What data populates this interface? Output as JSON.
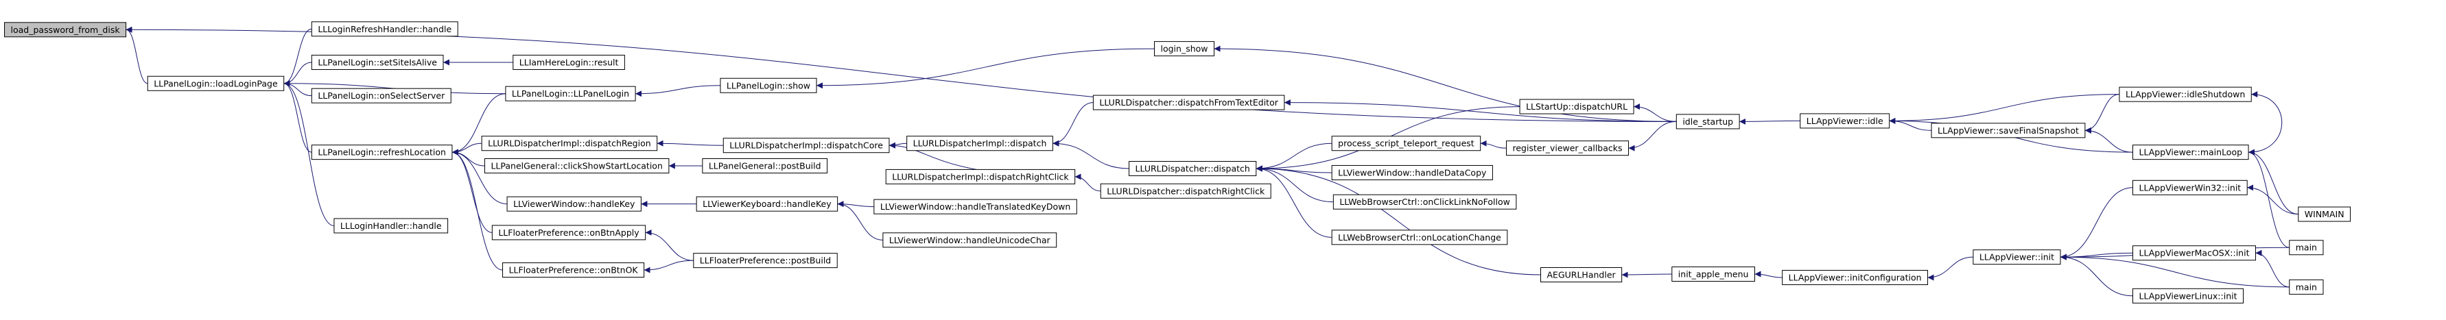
{
  "graph": {
    "type": "call-graph",
    "root": "load_password_from_disk",
    "colors": {
      "edge": "#191970",
      "root_fill": "#bfbfbf",
      "node_fill": "#ffffff",
      "node_border": "#000000"
    },
    "nodes": [
      {
        "id": "load_password_from_disk",
        "label": "load_password_from_disk"
      },
      {
        "id": "LLPanelLogin_loadLoginPage",
        "label": "LLPanelLogin::loadLoginPage"
      },
      {
        "id": "LLLoginRefreshHandler_handle",
        "label": "LLLoginRefreshHandler::handle"
      },
      {
        "id": "LLPanelLogin_setSiteIsAlive",
        "label": "LLPanelLogin::setSiteIsAlive"
      },
      {
        "id": "LLIamHereLogin_result",
        "label": "LLIamHereLogin::result"
      },
      {
        "id": "LLPanelLogin_onSelectServer",
        "label": "LLPanelLogin::onSelectServer"
      },
      {
        "id": "LLPanelLogin_refreshLocation",
        "label": "LLPanelLogin::refreshLocation"
      },
      {
        "id": "LLLoginHandler_handle",
        "label": "LLLoginHandler::handle"
      },
      {
        "id": "LLPanelLogin_LLPanelLogin",
        "label": "LLPanelLogin::LLPanelLogin"
      },
      {
        "id": "LLPanelLogin_show",
        "label": "LLPanelLogin::show"
      },
      {
        "id": "login_show",
        "label": "login_show"
      },
      {
        "id": "LLURLDispatcherImpl_dispatchRegion",
        "label": "LLURLDispatcherImpl::dispatchRegion"
      },
      {
        "id": "LLURLDispatcherImpl_dispatchCore",
        "label": "LLURLDispatcherImpl::dispatchCore"
      },
      {
        "id": "LLURLDispatcherImpl_dispatch",
        "label": "LLURLDispatcherImpl::dispatch"
      },
      {
        "id": "LLURLDispatcher_dispatchFromTextEditor",
        "label": "LLURLDispatcher::dispatchFromTextEditor"
      },
      {
        "id": "LLPanelGeneral_clickShowStartLocation",
        "label": "LLPanelGeneral::clickShowStartLocation"
      },
      {
        "id": "LLPanelGeneral_postBuild",
        "label": "LLPanelGeneral::postBuild"
      },
      {
        "id": "LLURLDispatcherImpl_dispatchRightClick",
        "label": "LLURLDispatcherImpl::dispatchRightClick"
      },
      {
        "id": "LLURLDispatcher_dispatch",
        "label": "LLURLDispatcher::dispatch"
      },
      {
        "id": "LLURLDispatcher_dispatchRightClick",
        "label": "LLURLDispatcher::dispatchRightClick"
      },
      {
        "id": "LLViewerWindow_handleKey",
        "label": "LLViewerWindow::handleKey"
      },
      {
        "id": "LLViewerKeyboard_handleKey",
        "label": "LLViewerKeyboard::handleKey"
      },
      {
        "id": "LLViewerWindow_handleTranslatedKeyDown",
        "label": "LLViewerWindow::handleTranslatedKeyDown"
      },
      {
        "id": "LLViewerWindow_handleUnicodeChar",
        "label": "LLViewerWindow::handleUnicodeChar"
      },
      {
        "id": "LLFloaterPreference_onBtnApply",
        "label": "LLFloaterPreference::onBtnApply"
      },
      {
        "id": "LLFloaterPreference_onBtnOK",
        "label": "LLFloaterPreference::onBtnOK"
      },
      {
        "id": "LLFloaterPreference_postBuild",
        "label": "LLFloaterPreference::postBuild"
      },
      {
        "id": "LLStartUp_dispatchURL",
        "label": "LLStartUp::dispatchURL"
      },
      {
        "id": "idle_startup",
        "label": "idle_startup"
      },
      {
        "id": "LLAppViewer_idle",
        "label": "LLAppViewer::idle"
      },
      {
        "id": "LLAppViewer_idleShutdown",
        "label": "LLAppViewer::idleShutdown"
      },
      {
        "id": "LLAppViewer_saveFinalSnapshot",
        "label": "LLAppViewer::saveFinalSnapshot"
      },
      {
        "id": "LLAppViewer_mainLoop",
        "label": "LLAppViewer::mainLoop"
      },
      {
        "id": "WINMAIN",
        "label": "WINMAIN"
      },
      {
        "id": "main_1",
        "label": "main"
      },
      {
        "id": "LLAppViewerWin32_init",
        "label": "LLAppViewerWin32::init"
      },
      {
        "id": "process_script_teleport_request",
        "label": "process_script_teleport_request"
      },
      {
        "id": "register_viewer_callbacks",
        "label": "register_viewer_callbacks"
      },
      {
        "id": "LLViewerWindow_handleDataCopy",
        "label": "LLViewerWindow::handleDataCopy"
      },
      {
        "id": "LLWebBrowserCtrl_onClickLinkNoFollow",
        "label": "LLWebBrowserCtrl::onClickLinkNoFollow"
      },
      {
        "id": "LLWebBrowserCtrl_onLocationChange",
        "label": "LLWebBrowserCtrl::onLocationChange"
      },
      {
        "id": "AEGURLHandler",
        "label": "AEGURLHandler"
      },
      {
        "id": "init_apple_menu",
        "label": "init_apple_menu"
      },
      {
        "id": "LLAppViewer_initConfiguration",
        "label": "LLAppViewer::initConfiguration"
      },
      {
        "id": "LLAppViewer_init",
        "label": "LLAppViewer::init"
      },
      {
        "id": "LLAppViewerMacOSX_init",
        "label": "LLAppViewerMacOSX::init"
      },
      {
        "id": "main_2",
        "label": "main"
      },
      {
        "id": "LLAppViewerLinux_init",
        "label": "LLAppViewerLinux::init"
      }
    ],
    "edges": [
      [
        "LLPanelLogin_loadLoginPage",
        "load_password_from_disk"
      ],
      [
        "idle_startup",
        "load_password_from_disk"
      ],
      [
        "LLLoginRefreshHandler_handle",
        "LLPanelLogin_loadLoginPage"
      ],
      [
        "LLPanelLogin_setSiteIsAlive",
        "LLPanelLogin_loadLoginPage"
      ],
      [
        "LLPanelLogin_onSelectServer",
        "LLPanelLogin_loadLoginPage"
      ],
      [
        "LLPanelLogin_refreshLocation",
        "LLPanelLogin_loadLoginPage"
      ],
      [
        "LLLoginHandler_handle",
        "LLPanelLogin_loadLoginPage"
      ],
      [
        "LLPanelLogin_LLPanelLogin",
        "LLPanelLogin_loadLoginPage"
      ],
      [
        "LLIamHereLogin_result",
        "LLPanelLogin_setSiteIsAlive"
      ],
      [
        "LLPanelLogin_LLPanelLogin",
        "LLPanelLogin_refreshLocation"
      ],
      [
        "LLURLDispatcherImpl_dispatchRegion",
        "LLPanelLogin_refreshLocation"
      ],
      [
        "LLPanelGeneral_clickShowStartLocation",
        "LLPanelLogin_refreshLocation"
      ],
      [
        "LLViewerWindow_handleKey",
        "LLPanelLogin_refreshLocation"
      ],
      [
        "LLFloaterPreference_onBtnApply",
        "LLPanelLogin_refreshLocation"
      ],
      [
        "LLFloaterPreference_onBtnOK",
        "LLPanelLogin_refreshLocation"
      ],
      [
        "LLPanelLogin_show",
        "LLPanelLogin_LLPanelLogin"
      ],
      [
        "login_show",
        "LLPanelLogin_show"
      ],
      [
        "idle_startup",
        "login_show"
      ],
      [
        "LLURLDispatcherImpl_dispatchCore",
        "LLURLDispatcherImpl_dispatchRegion"
      ],
      [
        "LLURLDispatcherImpl_dispatch",
        "LLURLDispatcherImpl_dispatchCore"
      ],
      [
        "LLURLDispatcherImpl_dispatchRightClick",
        "LLURLDispatcherImpl_dispatchCore"
      ],
      [
        "LLURLDispatcher_dispatchFromTextEditor",
        "LLURLDispatcherImpl_dispatch"
      ],
      [
        "LLURLDispatcher_dispatch",
        "LLURLDispatcherImpl_dispatch"
      ],
      [
        "LLURLDispatcher_dispatchRightClick",
        "LLURLDispatcherImpl_dispatchRightClick"
      ],
      [
        "LLPanelGeneral_postBuild",
        "LLPanelGeneral_clickShowStartLocation"
      ],
      [
        "LLViewerKeyboard_handleKey",
        "LLViewerWindow_handleKey"
      ],
      [
        "LLViewerWindow_handleTranslatedKeyDown",
        "LLViewerKeyboard_handleKey"
      ],
      [
        "LLViewerWindow_handleUnicodeChar",
        "LLViewerKeyboard_handleKey"
      ],
      [
        "LLFloaterPreference_postBuild",
        "LLFloaterPreference_onBtnApply"
      ],
      [
        "LLFloaterPreference_postBuild",
        "LLFloaterPreference_onBtnOK"
      ],
      [
        "idle_startup",
        "LLURLDispatcher_dispatchFromTextEditor"
      ],
      [
        "LLStartUp_dispatchURL",
        "LLURLDispatcher_dispatch"
      ],
      [
        "process_script_teleport_request",
        "LLURLDispatcher_dispatch"
      ],
      [
        "LLViewerWindow_handleDataCopy",
        "LLURLDispatcher_dispatch"
      ],
      [
        "LLWebBrowserCtrl_onClickLinkNoFollow",
        "LLURLDispatcher_dispatch"
      ],
      [
        "LLWebBrowserCtrl_onLocationChange",
        "LLURLDispatcher_dispatch"
      ],
      [
        "AEGURLHandler",
        "LLURLDispatcher_dispatch"
      ],
      [
        "idle_startup",
        "LLStartUp_dispatchURL"
      ],
      [
        "register_viewer_callbacks",
        "process_script_teleport_request"
      ],
      [
        "idle_startup",
        "register_viewer_callbacks"
      ],
      [
        "LLAppViewer_idle",
        "idle_startup"
      ],
      [
        "LLAppViewer_idleShutdown",
        "LLAppViewer_idle"
      ],
      [
        "LLAppViewer_saveFinalSnapshot",
        "LLAppViewer_idle"
      ],
      [
        "LLAppViewer_mainLoop",
        "LLAppViewer_idle"
      ],
      [
        "LLAppViewer_idleShutdown",
        "LLAppViewer_saveFinalSnapshot"
      ],
      [
        "LLAppViewer_mainLoop",
        "LLAppViewer_saveFinalSnapshot"
      ],
      [
        "WINMAIN",
        "LLAppViewer_mainLoop"
      ],
      [
        "main_1",
        "LLAppViewer_mainLoop"
      ],
      [
        "LLAppViewer_mainLoop",
        "LLAppViewer_idleShutdown"
      ],
      [
        "WINMAIN",
        "LLAppViewerWin32_init"
      ],
      [
        "init_apple_menu",
        "AEGURLHandler"
      ],
      [
        "LLAppViewer_initConfiguration",
        "init_apple_menu"
      ],
      [
        "LLAppViewer_init",
        "LLAppViewer_initConfiguration"
      ],
      [
        "LLAppViewerWin32_init",
        "LLAppViewer_init"
      ],
      [
        "main_1",
        "LLAppViewer_init"
      ],
      [
        "LLAppViewerMacOSX_init",
        "LLAppViewer_init"
      ],
      [
        "main_2",
        "LLAppViewer_init"
      ],
      [
        "LLAppViewerLinux_init",
        "LLAppViewer_init"
      ],
      [
        "main_2",
        "LLAppViewerMacOSX_init"
      ]
    ]
  }
}
